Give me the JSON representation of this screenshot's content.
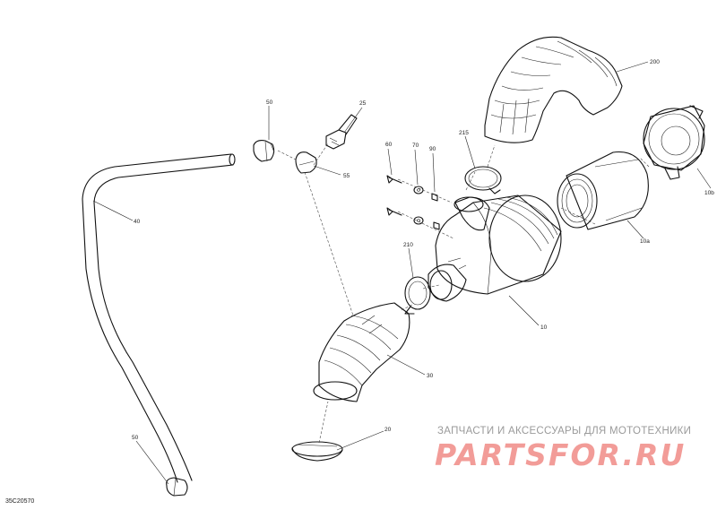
{
  "drawing_code": "35C20570",
  "watermark": {
    "caption": "ЗАПЧАСТИ И АКСЕССУАРЫ ДЛЯ МОТОТЕХНИКИ",
    "logo": "PARTSFOR.RU"
  },
  "callouts": {
    "p10": "10",
    "p10a": "10a",
    "p10b": "10b",
    "p20": "20",
    "p25": "25",
    "p30": "30",
    "p40": "40",
    "p50_top": "50",
    "p50_bottom": "50",
    "p55": "55",
    "p60": "60",
    "p70": "70",
    "p90": "90",
    "p200": "200",
    "p210": "210",
    "p215": "215"
  },
  "colors": {
    "line": "#111111",
    "watermark_logo": "#f29c98",
    "watermark_caption": "#9a9a9a"
  }
}
